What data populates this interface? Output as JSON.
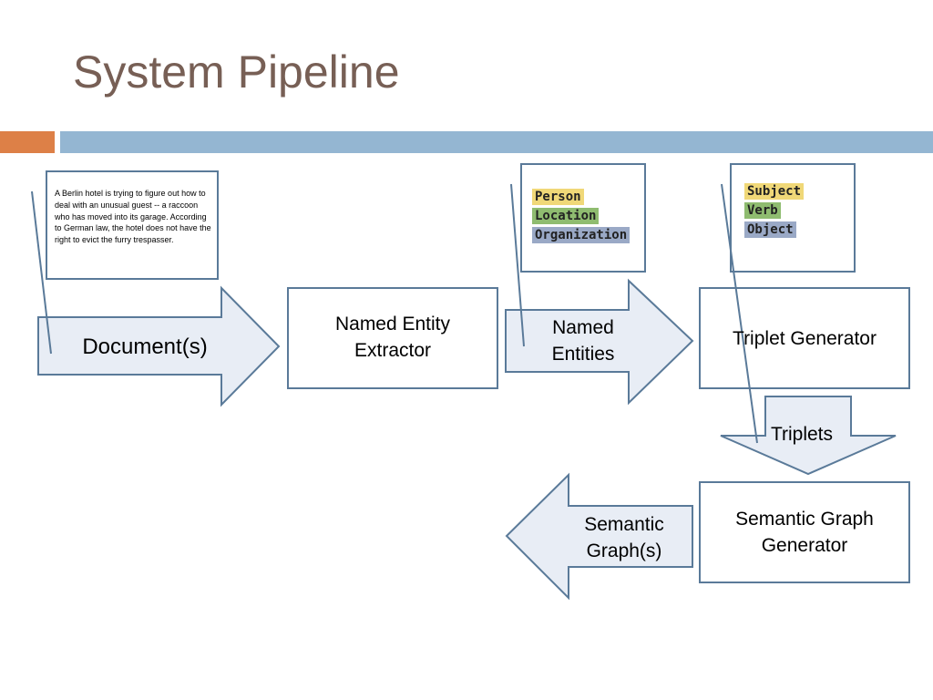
{
  "slide": {
    "title": "System Pipeline"
  },
  "document_snippet": "A Berlin hotel is trying to figure out how to deal with an unusual guest -- a raccoon who has moved into its garage. According to German law, the hotel does not have the right to evict the furry trespasser.",
  "arrows": {
    "documents": "Document(s)",
    "named_entities": "Named Entities",
    "triplets": "Triplets",
    "semantic_graphs": "Semantic Graph(s)"
  },
  "boxes": {
    "ner": "Named Entity Extractor",
    "triplet_generator": "Triplet Generator",
    "semantic_graph_generator": "Semantic Graph Generator"
  },
  "entity_legend": [
    {
      "label": "Person",
      "color": "#f0d878"
    },
    {
      "label": "Location",
      "color": "#8fbc70"
    },
    {
      "label": "Organization",
      "color": "#9aa9c6"
    }
  ],
  "triplet_legend": [
    {
      "label": "Subject",
      "color": "#f0d878"
    },
    {
      "label": "Verb",
      "color": "#8fbc70"
    },
    {
      "label": "Object",
      "color": "#9aa9c6"
    }
  ],
  "colors": {
    "title": "#775f55",
    "accent_bar": "#dd8047",
    "main_bar": "#94b6d2",
    "arrow_fill": "#e8edf5",
    "stroke": "#5a7a99"
  }
}
